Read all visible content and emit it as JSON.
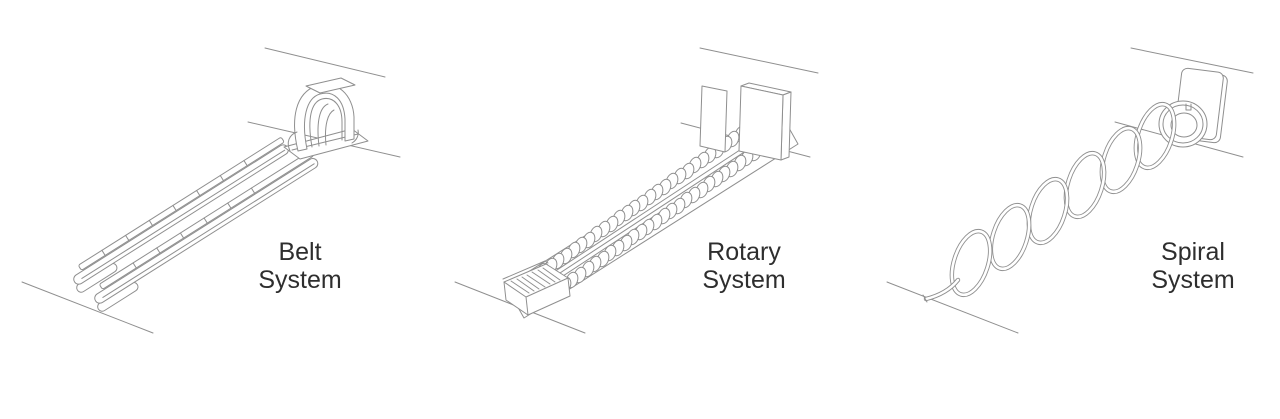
{
  "colors": {
    "background": "#ffffff",
    "line_art": "#8f8f8f",
    "label_text": "#2e2e2e"
  },
  "systems": [
    {
      "id": "belt",
      "illustration": "belt-cable-carrier-line-drawing",
      "name": "Belt System",
      "label_lines": [
        "Belt",
        "System"
      ]
    },
    {
      "id": "rotary",
      "illustration": "rotary-cable-carrier-line-drawing",
      "name": "Rotary System",
      "label_lines": [
        "Rotary",
        "System"
      ]
    },
    {
      "id": "spiral",
      "illustration": "spiral-cable-line-drawing",
      "name": "Spiral System",
      "label_lines": [
        "Spiral",
        "System"
      ]
    }
  ]
}
